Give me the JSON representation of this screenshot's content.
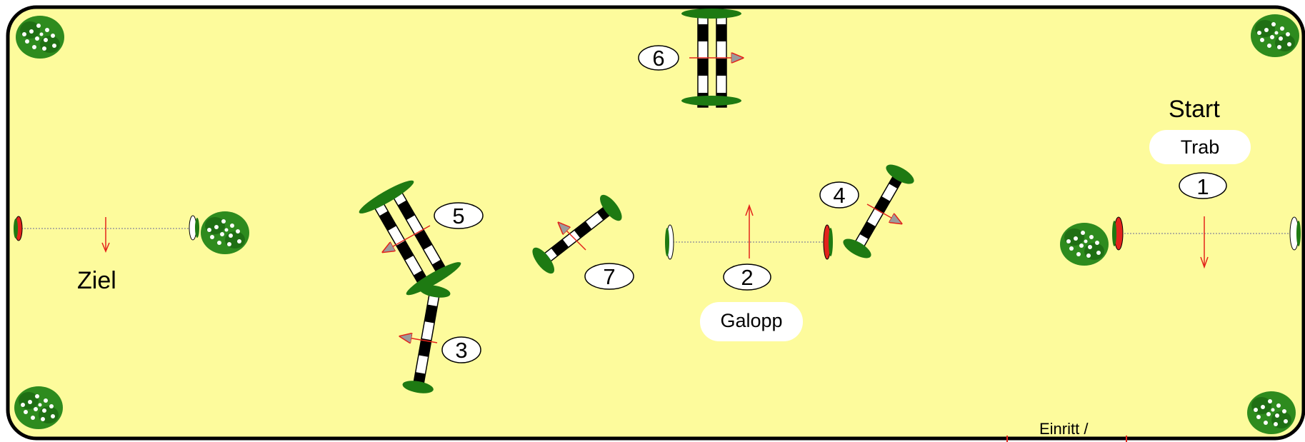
{
  "arena": {
    "background_color": "#fdfb9c",
    "border_color": "#000000",
    "flower_color": "#2e8b1e",
    "pole_colors": [
      "#000000",
      "#ffffff"
    ],
    "arrow_color": "#e3231b",
    "cone_color": "#e3231b"
  },
  "labels": {
    "start": "Start",
    "finish": "Ziel",
    "entrance": "Einritt /"
  },
  "gaits": {
    "trot": "Trab",
    "canter": "Galopp"
  },
  "obstacle_numbers": {
    "n1": "1",
    "n2": "2",
    "n3": "3",
    "n4": "4",
    "n5": "5",
    "n6": "6",
    "n7": "7"
  }
}
